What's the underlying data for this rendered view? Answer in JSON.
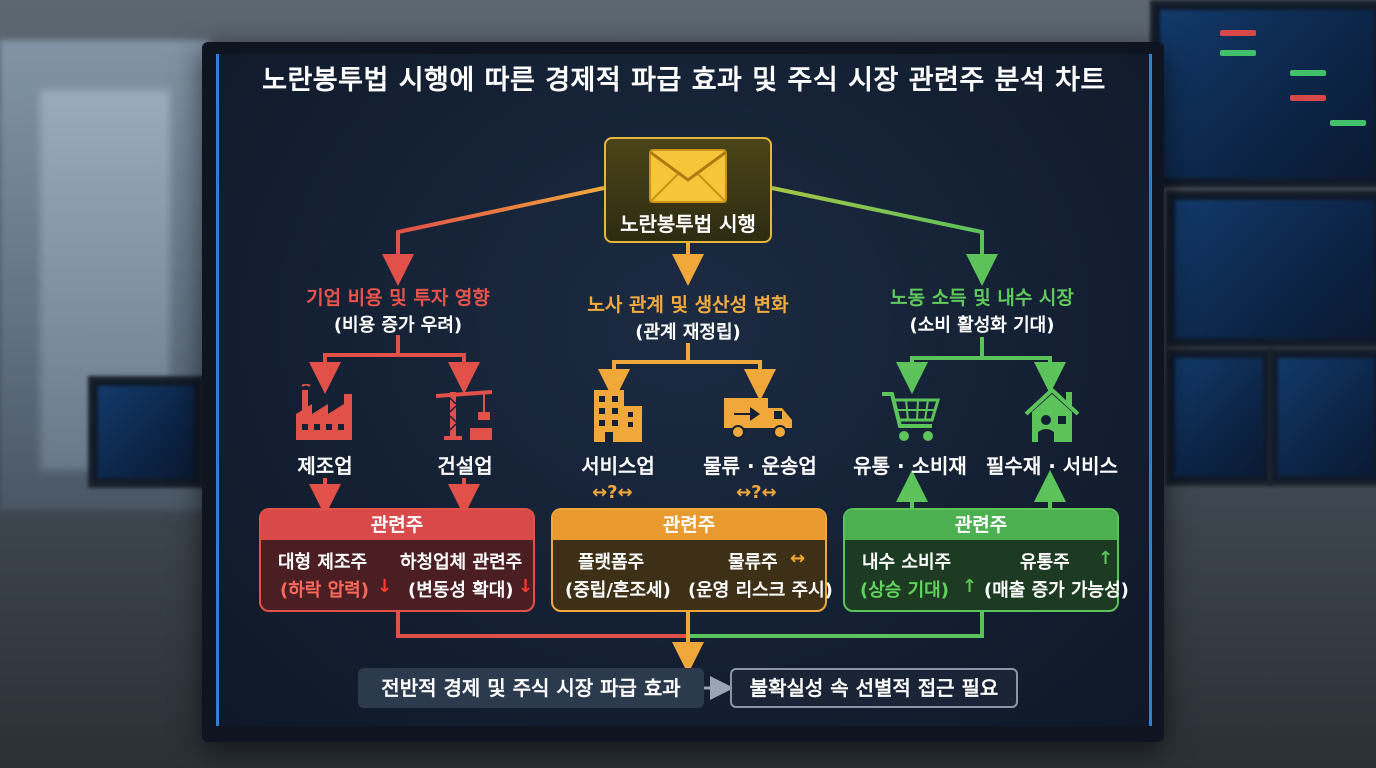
{
  "title": "노란봉투법 시행에 따른 경제적 파급 효과 및 주식 시장 관련주 분석 차트",
  "root": {
    "label": "노란봉투법 시행",
    "icon": "envelope-icon"
  },
  "branches": [
    {
      "title": "기업 비용 및 투자 영향",
      "subtitle": "(비용 증가 우려)",
      "color": "#e2504a",
      "nodes": [
        {
          "label": "제조업",
          "icon": "factory-icon"
        },
        {
          "label": "건설업",
          "icon": "crane-icon"
        }
      ],
      "stocks": {
        "header": "관련주",
        "left": {
          "name": "대형 제조주",
          "note": "(하락 압력)",
          "arrow": "↓"
        },
        "right": {
          "name": "하청업체 관련주",
          "note": "(변동성 확대)",
          "arrow": "↓"
        }
      }
    },
    {
      "title": "노사 관계 및 생산성 변화",
      "subtitle": "(관계 재정립)",
      "color": "#f0a83a",
      "nodes": [
        {
          "label": "서비스업",
          "icon": "building-icon"
        },
        {
          "label": "물류 · 운송업",
          "icon": "truck-icon"
        }
      ],
      "qmarks": [
        "↔?↔",
        "↔?↔"
      ],
      "stocks": {
        "header": "관련주",
        "left": {
          "name": "플랫폼주",
          "note": "(중립/혼조세)",
          "arrow": ""
        },
        "right": {
          "name": "물류주",
          "note": "(운영 리스크 주시)",
          "arrow": "↔"
        }
      }
    },
    {
      "title": "노동 소득 및 내수 시장",
      "subtitle": "(소비 활성화 기대)",
      "color": "#5cc25a",
      "nodes": [
        {
          "label": "유통 · 소비재",
          "icon": "shopping-cart-icon"
        },
        {
          "label": "필수재 · 서비스",
          "icon": "house-icon"
        }
      ],
      "stocks": {
        "header": "관련주",
        "left": {
          "name": "내수 소비주",
          "note": "(상승 기대)",
          "arrow": "↑"
        },
        "right": {
          "name": "유통주",
          "note": "(매출 증가 가능성)",
          "arrow": "↑"
        }
      }
    }
  ],
  "bottom": {
    "summary": "전반적 경제 및 주식 시장 파급 효과",
    "conclusion": "불확실성 속 선별적 접근 필요"
  }
}
